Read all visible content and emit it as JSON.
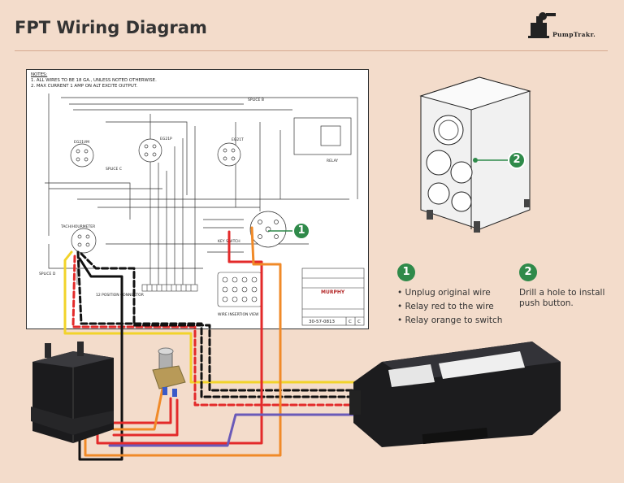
{
  "header": {
    "title": "FPT Wiring Diagram",
    "brand": "PumpTrakr."
  },
  "schematic": {
    "notes_heading": "NOTES:",
    "notes": [
      "1.  ALL WIRES TO BE 18 GA., UNLESS NOTED OTHERWISE.",
      "2.  MAX CURRENT 1 AMP ON ALT EXCITE OUTPUT."
    ],
    "labels": {
      "ego1": "EG21VM",
      "ego2": "EG21P",
      "ego3": "EG21T",
      "splice_b": "SPLICE B",
      "splice_c": "SPLICE C",
      "splice_d": "SPLICE D",
      "relay": "RELAY",
      "tach": "TACH/HOURMETER",
      "key_switch": "KEY   SWITCH",
      "wire_view": "WIRE INSERTION VIEW",
      "connector": "12 POSITION CONNECTOR",
      "brand": "MURPHY",
      "doc_number": "30-57-0813",
      "rev_a": "C",
      "rev_b": "C"
    }
  },
  "callouts": {
    "step1": {
      "number": "1",
      "items": [
        "Unplug original wire",
        "Relay red to the wire",
        "Relay orange to switch"
      ]
    },
    "step2": {
      "number": "2",
      "text": "Drill a hole to install push button."
    }
  },
  "colors": {
    "background": "#f3dccb",
    "accent_green": "#2f8a4a",
    "wire_red": "#e32a2a",
    "wire_orange": "#f08a28",
    "wire_yellow": "#f2d32a",
    "wire_purple": "#6a5ab8",
    "wire_black": "#111111"
  }
}
